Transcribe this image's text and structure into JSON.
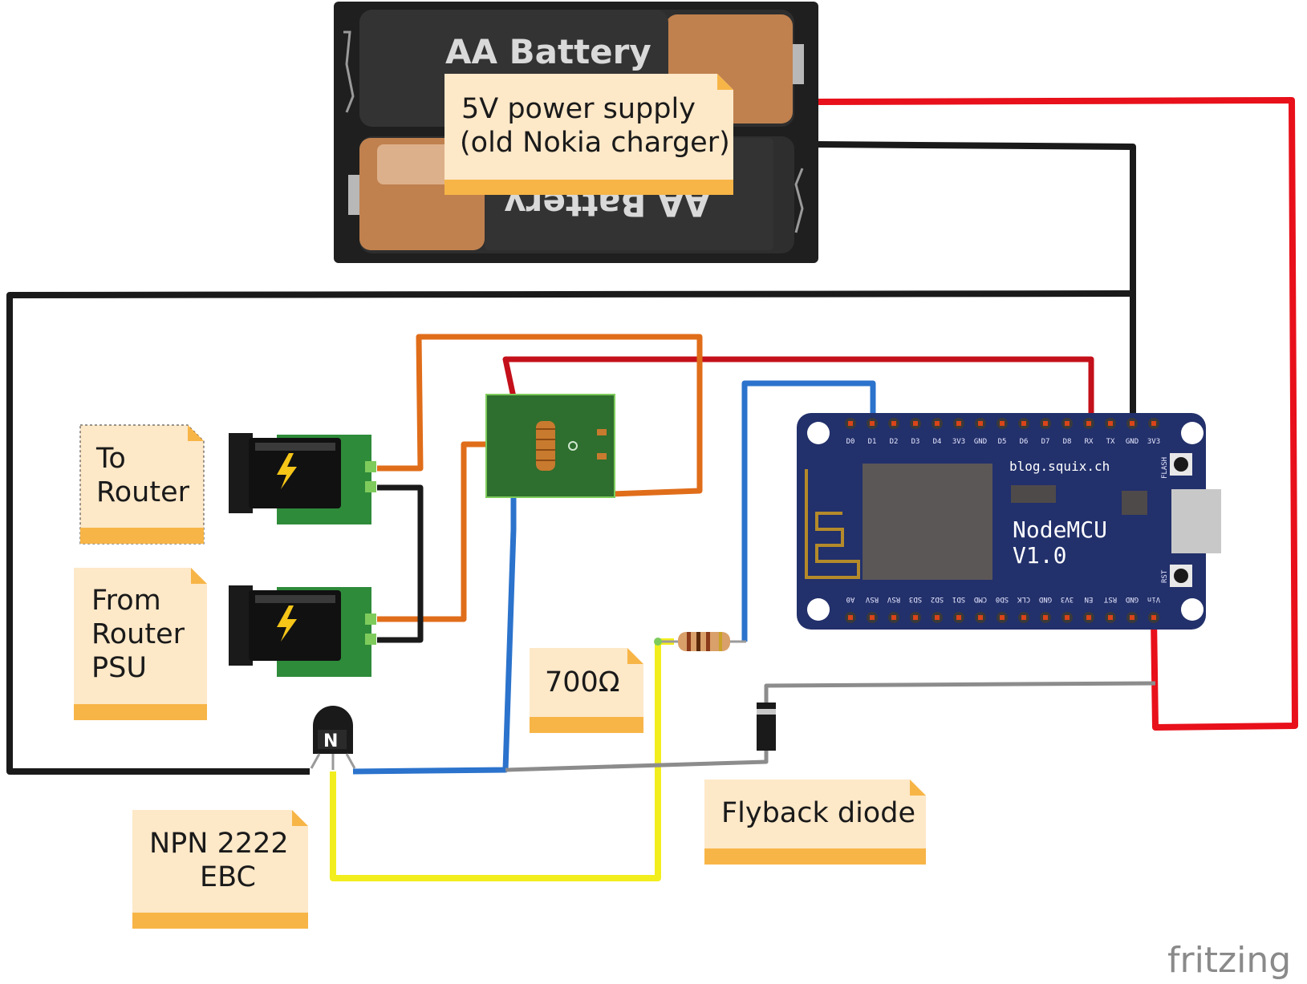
{
  "battery": {
    "label_top": "AA Battery",
    "label_bottom": "AA Battery"
  },
  "notes": {
    "power_line1": "5V power supply",
    "power_line2": "(old Nokia charger)",
    "to_router_line1": "To",
    "to_router_line2": "Router",
    "from_router_line1": "From",
    "from_router_line2": "Router",
    "from_router_line3": "PSU",
    "resistor": "700Ω",
    "npn_line1": "NPN 2222",
    "npn_line2": "EBC",
    "diode": "Flyback diode"
  },
  "transistor": {
    "mark": "N"
  },
  "nodemcu": {
    "title_line1": "NodeMCU",
    "title_line2": "V1.0",
    "url": "blog.squix.ch",
    "flash_label": "FLASH",
    "rst_label": "RST",
    "top_pins": [
      "D0",
      "D1",
      "D2",
      "D3",
      "D4",
      "3V3",
      "GND",
      "D5",
      "D6",
      "D7",
      "D8",
      "RX",
      "TX",
      "GND",
      "3V3"
    ],
    "bottom_pins": [
      "A0",
      "RSV",
      "RSV",
      "SD3",
      "SD2",
      "SD1",
      "CMD",
      "SD0",
      "CLK",
      "GND",
      "3V3",
      "EN",
      "RST",
      "GND",
      "Vin"
    ]
  },
  "branding": {
    "logo": "fritzing"
  },
  "colors": {
    "wire_red": "#e8101a",
    "wire_black": "#1a1a1a",
    "wire_orange": "#e06d1a",
    "wire_blue": "#2b73cc",
    "wire_yellow": "#f2ee1e",
    "wire_gray": "#8c8c8c",
    "note_fill": "#fde8c8",
    "note_band": "#f7b547",
    "pcb_green": "#2e8b3a",
    "mcu_blue": "#22306b"
  }
}
